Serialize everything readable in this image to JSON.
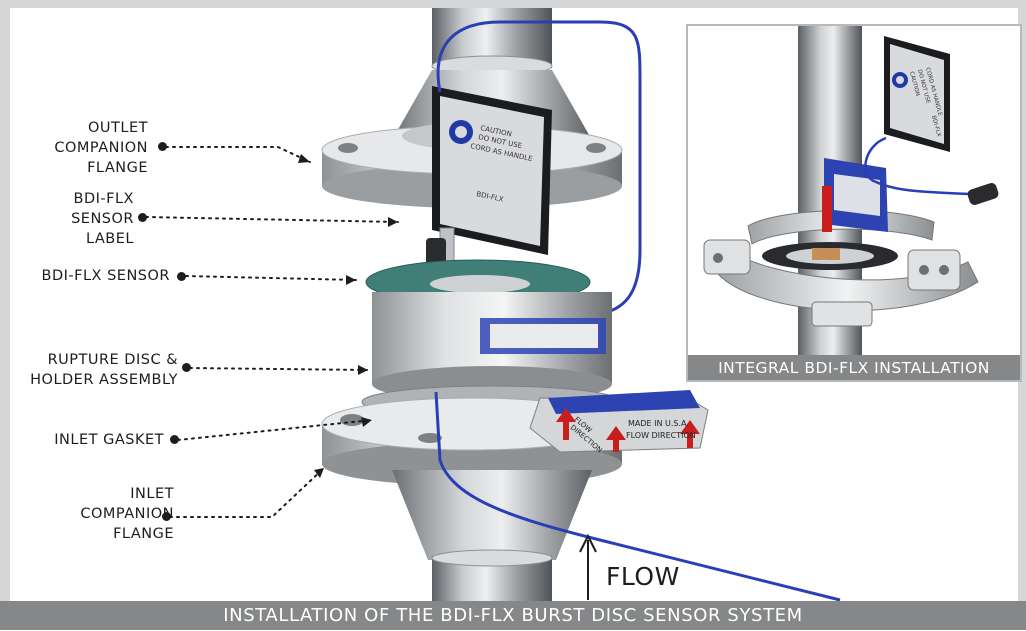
{
  "caption": "INSTALLATION OF THE BDI-FLX BURST DISC SENSOR SYSTEM",
  "inset_caption": "INTEGRAL BDI-FLX INSTALLATION",
  "flow_label": "FLOW",
  "callouts": [
    {
      "id": "outlet-flange",
      "lines": [
        "OUTLET",
        "COMPANION",
        "FLANGE"
      ]
    },
    {
      "id": "sensor-label",
      "lines": [
        "BDI-FLX",
        "SENSOR",
        "LABEL"
      ]
    },
    {
      "id": "sensor",
      "lines": [
        "BDI-FLX SENSOR"
      ]
    },
    {
      "id": "rupture-disc",
      "lines": [
        "RUPTURE DISC &",
        "HOLDER ASSEMBLY"
      ]
    },
    {
      "id": "inlet-gasket",
      "lines": [
        "INLET GASKET"
      ]
    },
    {
      "id": "inlet-flange",
      "lines": [
        "INLET",
        "COMPANION",
        "FLANGE"
      ]
    }
  ],
  "sensor_label_card": {
    "lines": [
      "CAUTION",
      "DO NOT USE",
      "CORD AS HANDLE"
    ],
    "model": "BDI-FLX"
  },
  "flow_tag": {
    "left_text": [
      "FLOW",
      "DIRECTION"
    ],
    "right_text": [
      "MADE IN U.S.A.",
      "FLOW DIRECTION"
    ]
  },
  "inset_label_card": {
    "lines": [
      "CAUTION",
      "DO NOT USE",
      "CORD AS HANDLE"
    ],
    "model": "BDI-FLX"
  },
  "colors": {
    "frame": "#d5d6d8",
    "caption_bar": "#858789",
    "steel": "#b9bcbf",
    "steel_dark": "#6f7377",
    "cable": "#2a3fb5",
    "gasket": "#3f7f78",
    "arrow_red": "#c81e1e",
    "label_black": "#1b1c20"
  }
}
